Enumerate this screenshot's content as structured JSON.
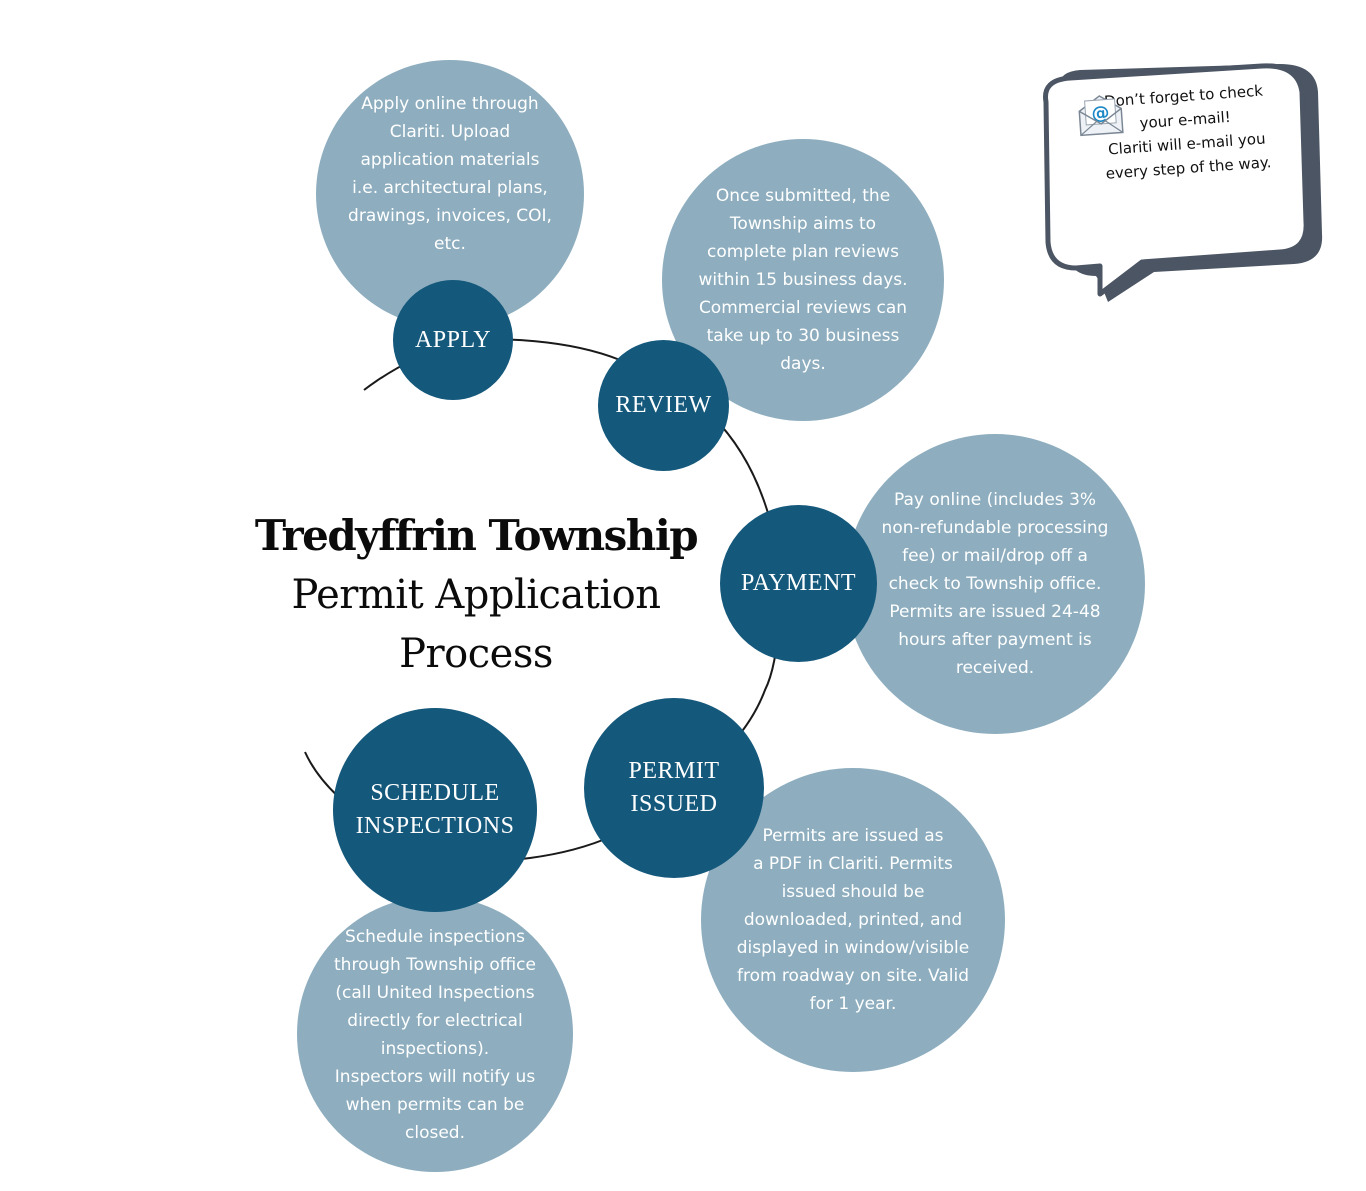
{
  "title": {
    "line1": "Tredyffrin Township",
    "line2": "Permit Application\nProcess"
  },
  "steps": [
    {
      "label": "APPLY",
      "detail": "Apply online through\nClariti. Upload\napplication materials\ni.e. architectural plans,\ndrawings, invoices, COI,\netc."
    },
    {
      "label": "REVIEW",
      "detail": "Once submitted, the\nTownship aims to\ncomplete plan reviews\nwithin 15 business days.\nCommercial reviews can\ntake up to 30 business\ndays."
    },
    {
      "label": "PAYMENT",
      "detail": "Pay online (includes 3%\nnon-refundable processing\nfee) or mail/drop off a\ncheck to Township office.\nPermits are issued 24-48\nhours after payment is\nreceived."
    },
    {
      "label": "PERMIT\nISSUED",
      "detail": "Permits are issued as\na PDF in Clariti. Permits\nissued should be\ndownloaded, printed, and\ndisplayed in window/visible\nfrom roadway on site. Valid\nfor 1 year."
    },
    {
      "label": "SCHEDULE\nINSPECTIONS",
      "detail": "Schedule inspections\nthrough Township office\n(call United Inspections\ndirectly for electrical\ninspections).\nInspectors will notify us\nwhen permits can be\nclosed."
    }
  ],
  "callout": {
    "line1": "Don’t forget to check\nyour e-mail!",
    "line2": "Clariti will e-mail you\nevery step of the way.",
    "icon": "email-envelope-icon"
  },
  "colors": {
    "step_fill": "#14587b",
    "bubble_fill": "#8eaebf",
    "arc_stroke": "#1a1a1a",
    "callout_shadow": "#4b5563"
  }
}
